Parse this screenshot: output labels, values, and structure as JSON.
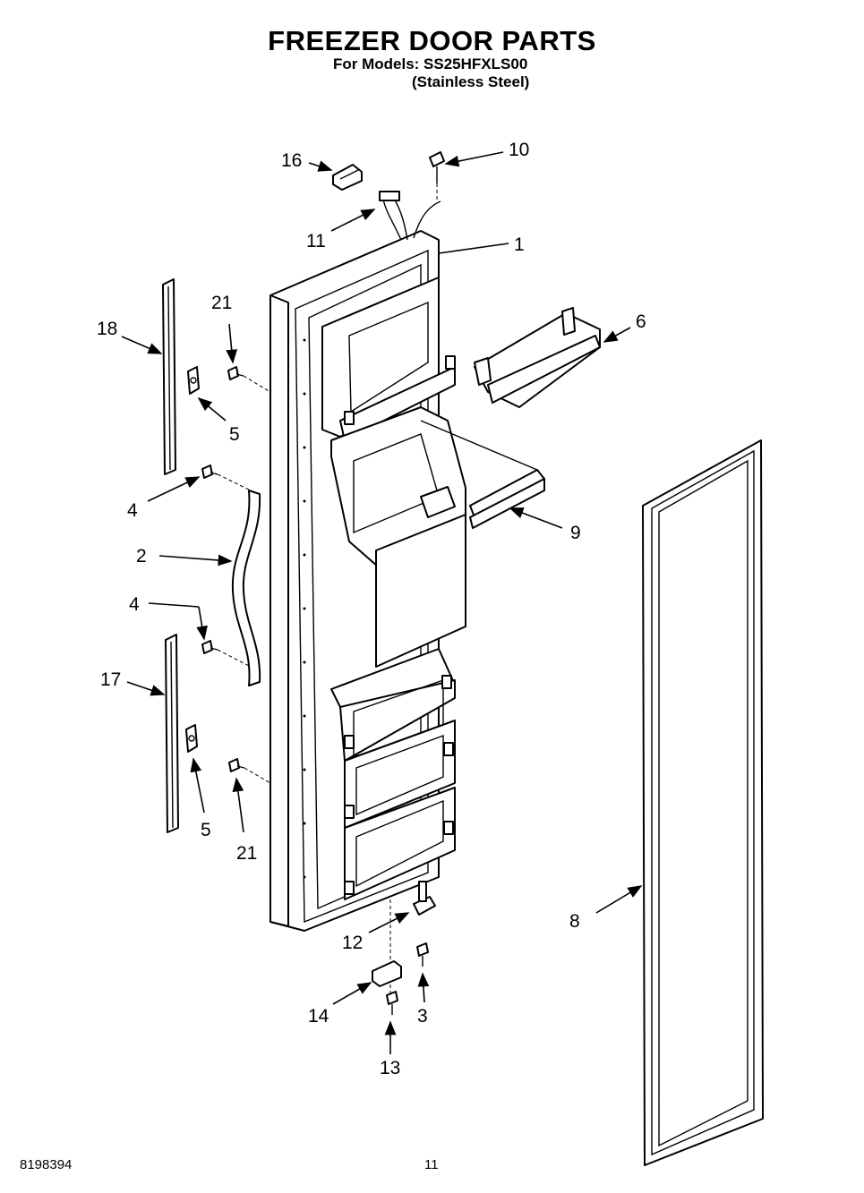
{
  "header": {
    "title": "FREEZER DOOR PARTS",
    "models_line": "For Models: SS25HFXLS00",
    "variant_line": "(Stainless Steel)"
  },
  "callouts": [
    "16",
    "10",
    "11",
    "1",
    "21",
    "18",
    "6",
    "5",
    "4",
    "9",
    "2",
    "4",
    "17",
    "8",
    "5",
    "21",
    "12",
    "14",
    "3",
    "13"
  ],
  "footer": {
    "doc_number": "8198394",
    "page_number": "11"
  }
}
